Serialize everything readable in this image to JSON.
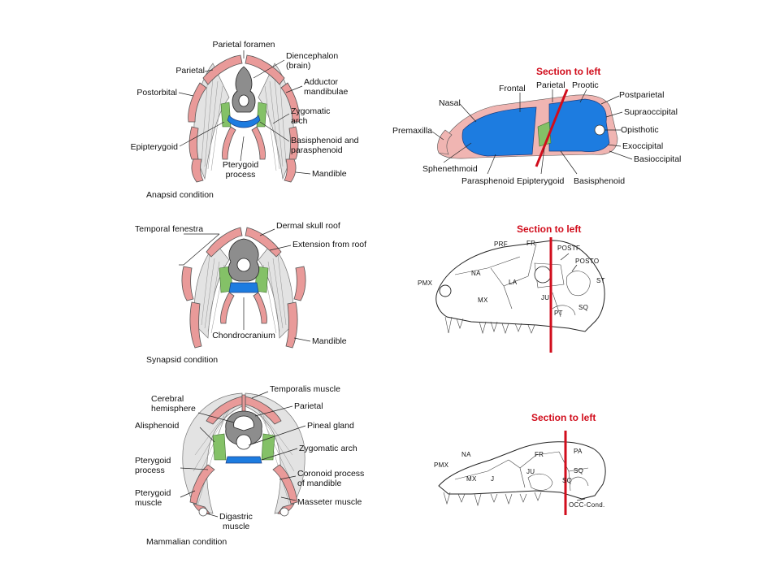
{
  "panel_anapsid": {
    "caption": "Anapsid condition",
    "labels": {
      "parietal_foramen": "Parietal foramen",
      "parietal": "Parietal",
      "postorbital": "Postorbital",
      "epipterygoid": "Epipterygoid",
      "diencephalon_1": "Diencephalon",
      "diencephalon_2": "(brain)",
      "adductor_1": "Adductor",
      "adductor_2": "mandibulae",
      "zygomatic_1": "Zygomatic",
      "zygomatic_2": "arch",
      "basisphenoid_1": "Basisphenoid and",
      "basisphenoid_2": "parasphenoid",
      "pterygoid_1": "Pterygoid",
      "pterygoid_2": "process",
      "mandible": "Mandible"
    }
  },
  "panel_synapsid": {
    "caption": "Synapsid condition",
    "labels": {
      "temporal_fenestra": "Temporal fenestra",
      "dermal_roof": "Dermal skull roof",
      "extension": "Extension from roof",
      "chondrocranium": "Chondrocranium",
      "mandible": "Mandible"
    }
  },
  "panel_mammalian": {
    "caption": "Mammalian condition",
    "labels": {
      "temporalis": "Temporalis muscle",
      "cerebral_1": "Cerebral",
      "cerebral_2": "hemisphere",
      "parietal": "Parietal",
      "alisphenoid": "Alisphenoid",
      "pineal": "Pineal gland",
      "zygomatic": "Zygomatic arch",
      "pterygoid_proc_1": "Pterygoid",
      "pterygoid_proc_2": "process",
      "coronoid_1": "Coronoid process",
      "coronoid_2": "of mandible",
      "pterygoid_musc_1": "Pterygoid",
      "pterygoid_musc_2": "muscle",
      "masseter": "Masseter muscle",
      "digastric_1": "Digastric",
      "digastric_2": "muscle"
    }
  },
  "lateral_anapsid": {
    "section": "Section to left",
    "labels": {
      "nasal": "Nasal",
      "frontal": "Frontal",
      "parietal": "Parietal",
      "prootic": "Prootic",
      "postparietal": "Postparietal",
      "supraoccipital": "Supraoccipital",
      "opisthotic": "Opisthotic",
      "exoccipital": "Exoccipital",
      "basioccipital": "Basioccipital",
      "premaxilla": "Premaxilla",
      "sphenethmoid": "Sphenethmoid",
      "parasphenoid": "Parasphenoid",
      "epipterygoid": "Epipterygoid",
      "basisphenoid": "Basisphenoid"
    }
  },
  "lateral_synapsid": {
    "section": "Section to left",
    "labels": {
      "prf": "PRF",
      "fr": "FR",
      "postf": "POSTF",
      "posto": "POSTO",
      "pmx": "PMX",
      "na": "NA",
      "la": "LA",
      "st": "ST",
      "mx": "MX",
      "ju": "JU",
      "pt": "PT",
      "sq": "SQ"
    }
  },
  "lateral_mammal": {
    "section": "Section to left",
    "labels": {
      "na": "NA",
      "fr": "FR",
      "pa": "PA",
      "pmx": "PMX",
      "mx": "MX",
      "j": "J",
      "ju": "JU",
      "sq1": "SQ",
      "sq2": "SQ",
      "occ": "OCC-Cond."
    }
  },
  "colors": {
    "section_line": "#d10d1c",
    "bone": "#e99a99",
    "blue": "#1d7ce0",
    "green": "#84c167",
    "brain": "#8d8d8d"
  }
}
